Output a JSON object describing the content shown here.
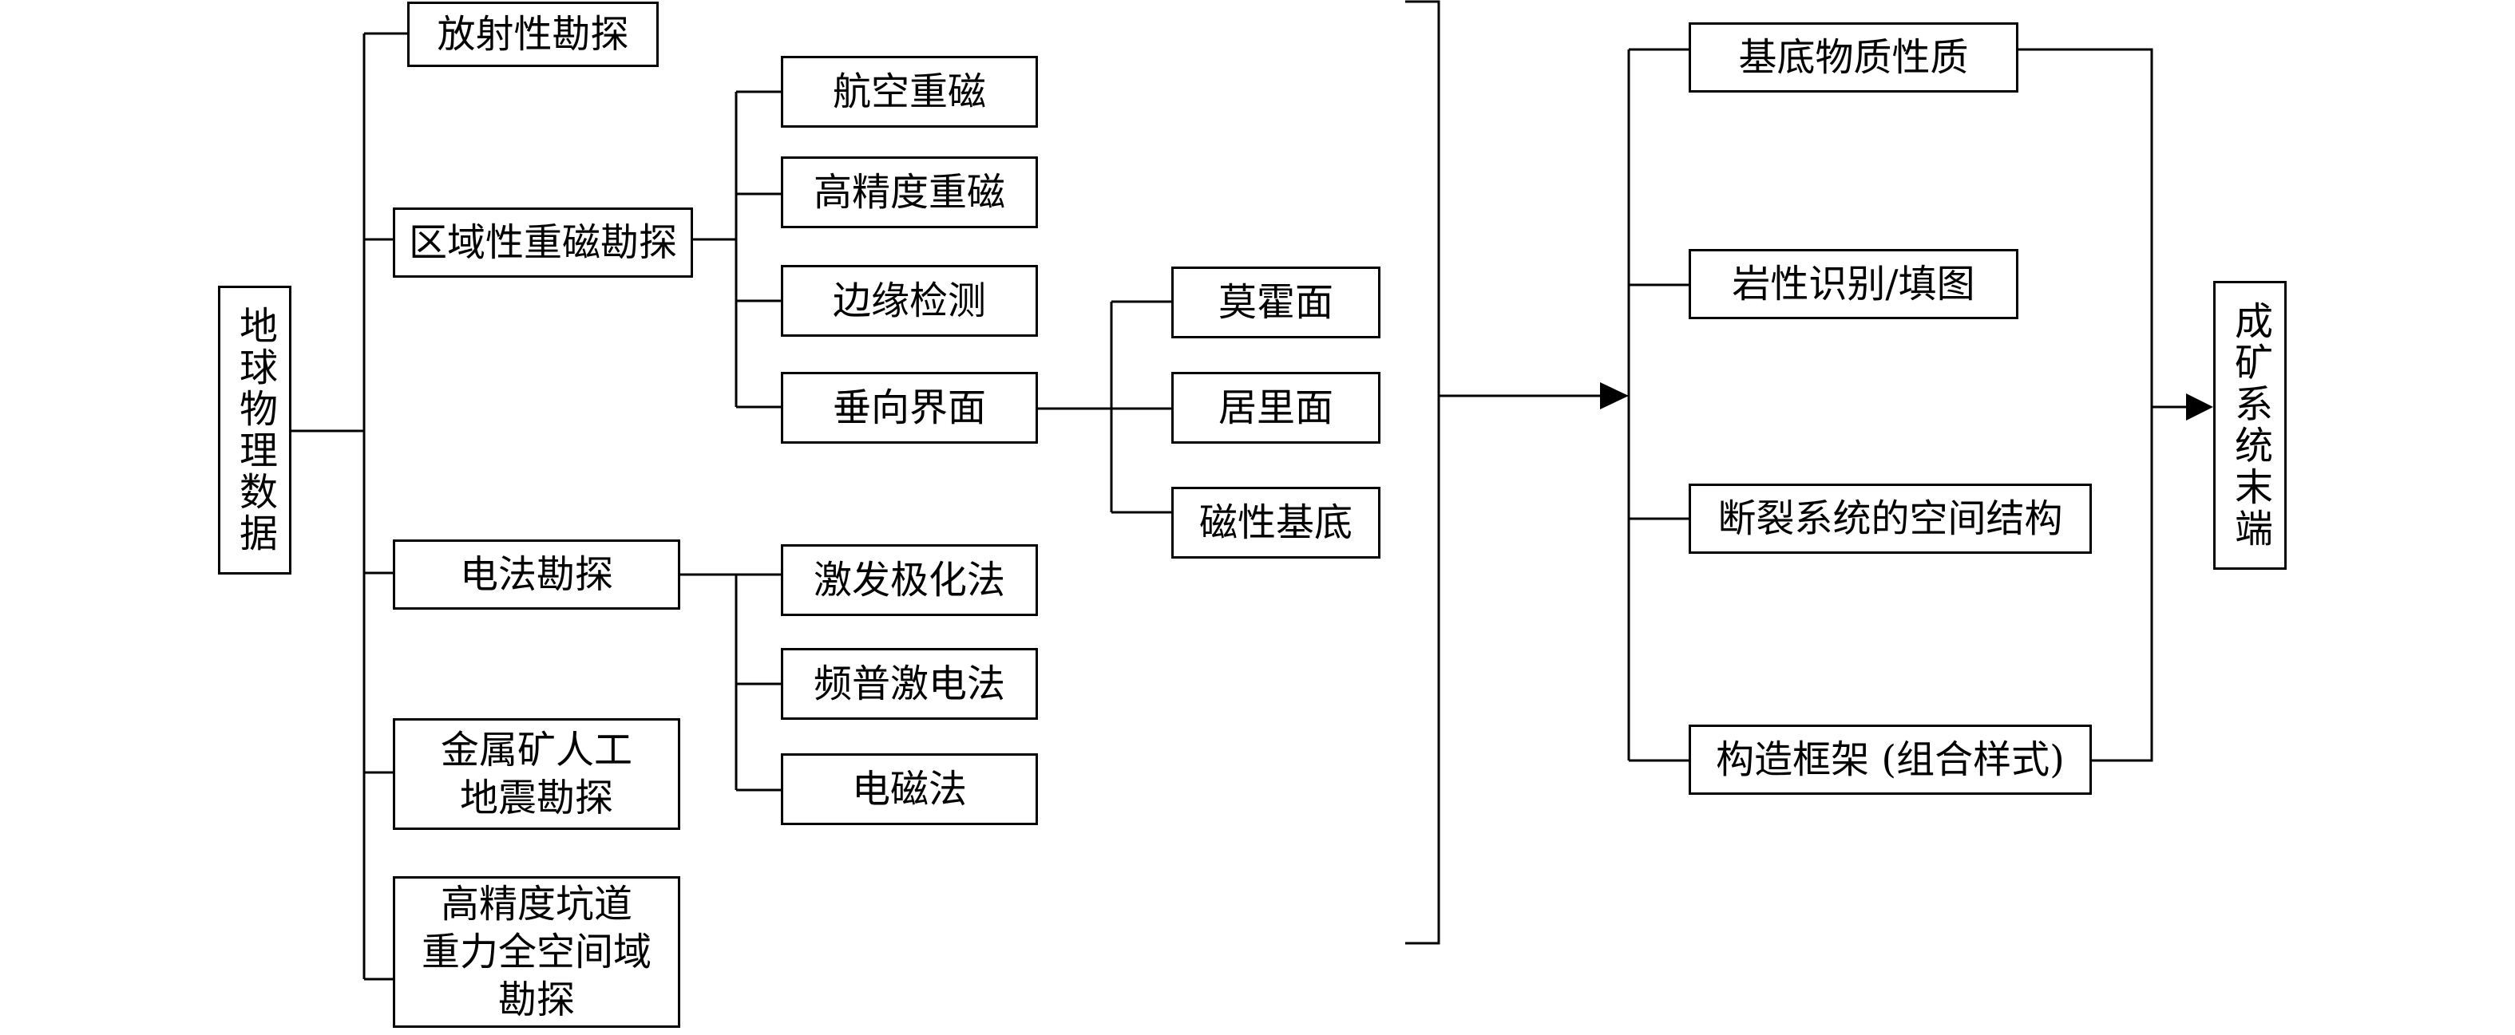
{
  "root": "地球物理数据",
  "methods": {
    "radioactive": "放射性勘探",
    "gravity_magnetic": "区域性重磁勘探",
    "electrical": "电法勘探",
    "seismic": "金属矿人工\n地震勘探",
    "tunnel_gravity": "高精度坑道\n重力全空间域\n勘探"
  },
  "gravity_magnetic_items": [
    "航空重磁",
    "高精度重磁",
    "边缘检测",
    "垂向界面"
  ],
  "vertical_interface_items": [
    "莫霍面",
    "居里面",
    "磁性基底"
  ],
  "electrical_items": [
    "激发极化法",
    "频普激电法",
    "电磁法"
  ],
  "outcomes": [
    "基底物质性质",
    "岩性识别/填图",
    "断裂系统的空间结构",
    "构造框架 (组合样式)"
  ],
  "final": "成矿系统末端"
}
